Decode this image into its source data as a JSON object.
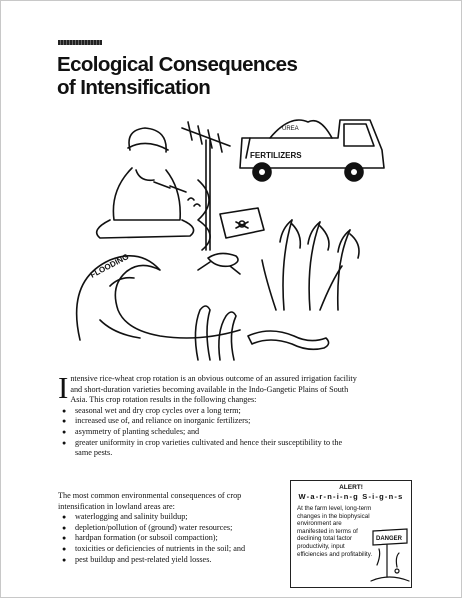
{
  "header": {
    "title_line1": "Ecological Consequences",
    "title_line2": "of Intensification"
  },
  "illustration": {
    "flooding_label": "FLOODING",
    "fertilizers_label": "FERTILIZERS",
    "urea_label": "UREA"
  },
  "intro": {
    "dropcap": "I",
    "text": "ntensive rice-wheat crop rotation is an obvious outcome of an assured irrigation facility and short-duration varieties becoming available in the Indo-Gangetic Plains of South Asia. This crop rotation results in the following changes:",
    "bullets": [
      "seasonal wet and dry crop cycles over a long term;",
      "increased use of, and reliance on inorganic fertilizers;",
      "asymmetry of planting schedules; and",
      "greater uniformity in crop varieties cultivated and hence their susceptibility to the same pests."
    ]
  },
  "consequences": {
    "intro": "The most common environmental consequences of crop intensification in lowland areas are:",
    "bullets": [
      "waterlogging and salinity buildup;",
      "depletion/pollution of (ground) water resources;",
      "hardpan formation (or subsoil compaction);",
      "toxicities or deficiencies of nutrients in the soil; and",
      "pest buildup and pest-related yield losses."
    ]
  },
  "alert": {
    "title": "ALERT!",
    "subtitle": "W-a-r-n-i-n-g S-i-g-n-s",
    "body": "At the farm level, long-term changes in the biophysical environment are manifested in terms of declining total factor productivity, input efficiencies and profitability.",
    "sign_text": "DANGER"
  }
}
